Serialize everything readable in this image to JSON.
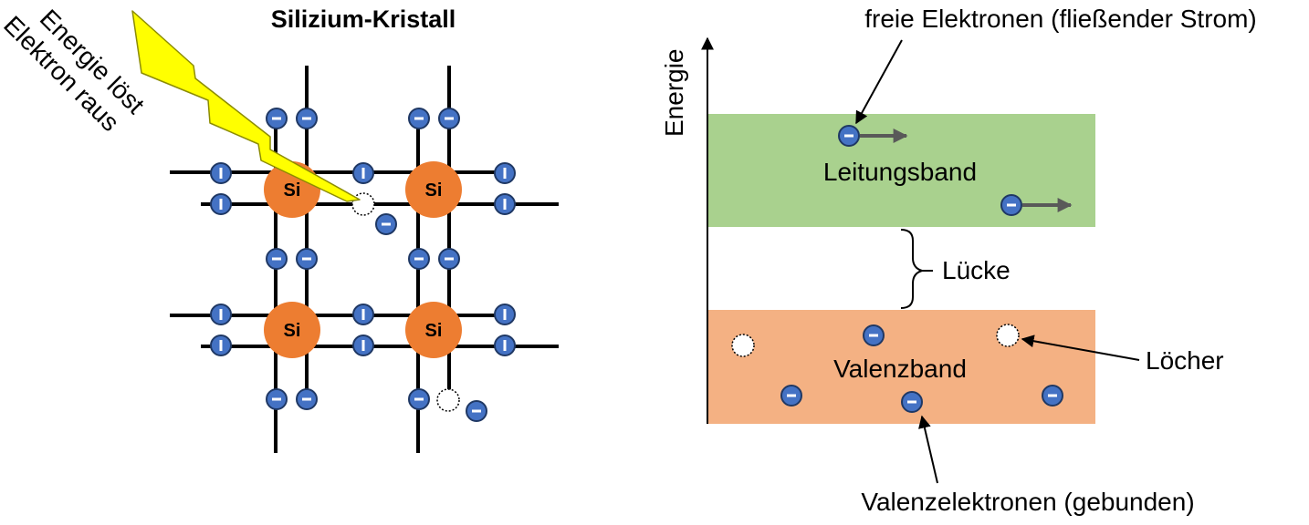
{
  "crystal": {
    "title": "Silizium-Kristall",
    "atom_label": "Si",
    "lightning_label_line1": "Energie löst",
    "lightning_label_line2": "Elektron raus"
  },
  "band_diagram": {
    "axis_label": "Energie",
    "conduction_band": "Leitungsband",
    "gap": "Lücke",
    "valence_band": "Valenzband",
    "free_electrons": "freie Elektronen (fließender Strom)",
    "holes": "Löcher",
    "valence_electrons": "Valenzelektronen (gebunden)"
  },
  "colors": {
    "conduction_band": "#a9d18e",
    "valence_band": "#f4b183",
    "atom": "#ed7d31",
    "electron": "#4472c4",
    "lightning": "#ffff00"
  }
}
